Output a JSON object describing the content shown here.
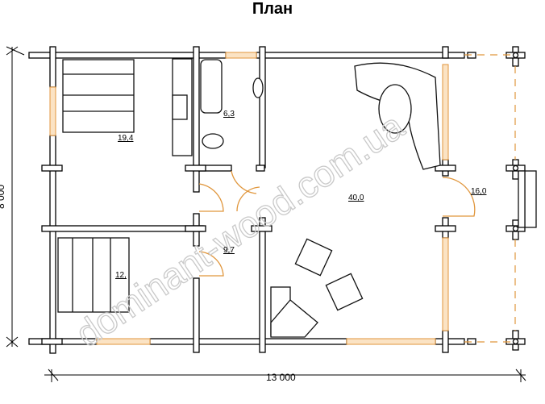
{
  "title": "План",
  "dimensions": {
    "width": "13 000",
    "height": "8 000"
  },
  "rooms": [
    {
      "id": "bedroom-1",
      "area": "19,4"
    },
    {
      "id": "bathroom",
      "area": "6,3"
    },
    {
      "id": "bedroom-2",
      "area": "12,"
    },
    {
      "id": "hall",
      "area": "9,7"
    },
    {
      "id": "living-room",
      "area": "40,0"
    },
    {
      "id": "terrace",
      "area": "16,0"
    }
  ],
  "watermark": "dominant-wood.com.ua",
  "colors": {
    "wall": "#000000",
    "window": "#e0963c"
  }
}
